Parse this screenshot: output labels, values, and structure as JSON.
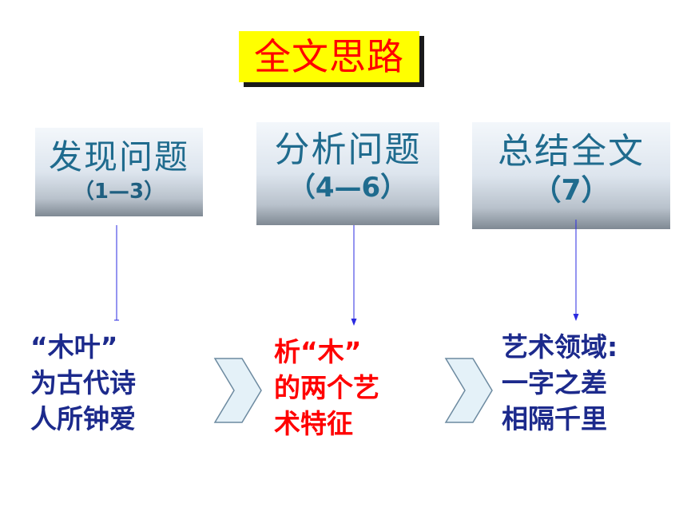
{
  "title": "全文思路",
  "stages": [
    {
      "name": "发现问题",
      "range": "（1—3）"
    },
    {
      "name": "分析问题",
      "range": "（4—6）"
    },
    {
      "name": "总结全文",
      "range": "（7）"
    }
  ],
  "contents": [
    {
      "lines": [
        "“木叶”",
        "为古代诗",
        "人所钟爱"
      ]
    },
    {
      "lines": [
        "析“木”",
        "的两个艺",
        "术特征"
      ]
    },
    {
      "lines": [
        "艺术领域:",
        "一字之差",
        "相隔千里"
      ]
    }
  ],
  "colors": {
    "title_bg": "#ffff00",
    "title_text": "#ff0000",
    "stage_text": "#1f6b8e",
    "content_blue": "#1c2a8c",
    "content_red": "#ff0000",
    "connector": "#2a2ae0",
    "chevron_fill": "#e4f1f8",
    "chevron_stroke": "#6c8aa0"
  }
}
